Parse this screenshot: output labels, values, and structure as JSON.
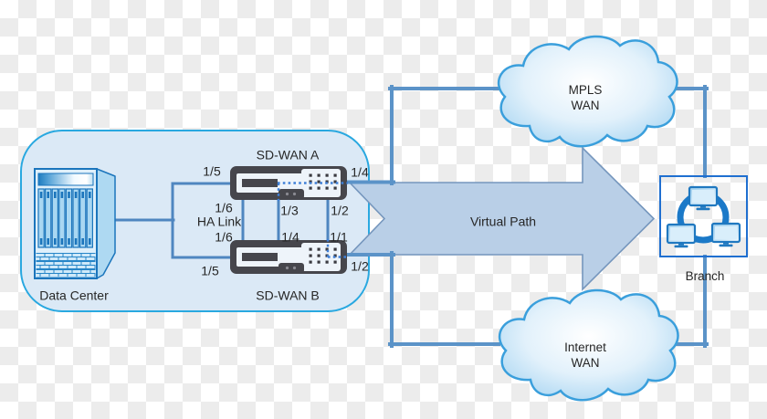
{
  "site": {
    "label": "Data Center",
    "appliance_a_label": "SD-WAN A",
    "appliance_b_label": "SD-WAN B",
    "ha_link_label": "HA Link",
    "ports": {
      "a_left": "1/5",
      "a_wan": "1/4",
      "a_ha": "1/6",
      "a_mid": "1/3",
      "a_inner": "1/2",
      "b_ha": "1/6",
      "b_mid": "1/4",
      "b_inner": "1/1",
      "b_left": "1/5",
      "b_wan": "1/2"
    }
  },
  "virtual_path": {
    "label": "Virtual Path"
  },
  "clouds": {
    "mpls": {
      "line1": "MPLS",
      "line2": "WAN"
    },
    "internet": {
      "line1": "Internet",
      "line2": "WAN"
    }
  },
  "branch": {
    "label": "Branch"
  },
  "icons": [
    "datacenter-rack-icon",
    "sdwan-appliance-icon",
    "cloud-icon",
    "lan-network-icon",
    "block-arrow-icon"
  ],
  "colors": {
    "checker_gray": "#ececec",
    "container_fill": "#dbe9f6",
    "container_border": "#29a8e0",
    "connector_internal": "#4f86c0",
    "connector_external": "#5b93c8",
    "dotted_path": "#3f80d8",
    "arrow_fill": "#b9cfe7",
    "arrow_border": "#7596bd",
    "cloud_border": "#3a9fdc",
    "appliance_body": "#46464c",
    "icon_blue": "#1b75bc",
    "text": "#262626"
  }
}
